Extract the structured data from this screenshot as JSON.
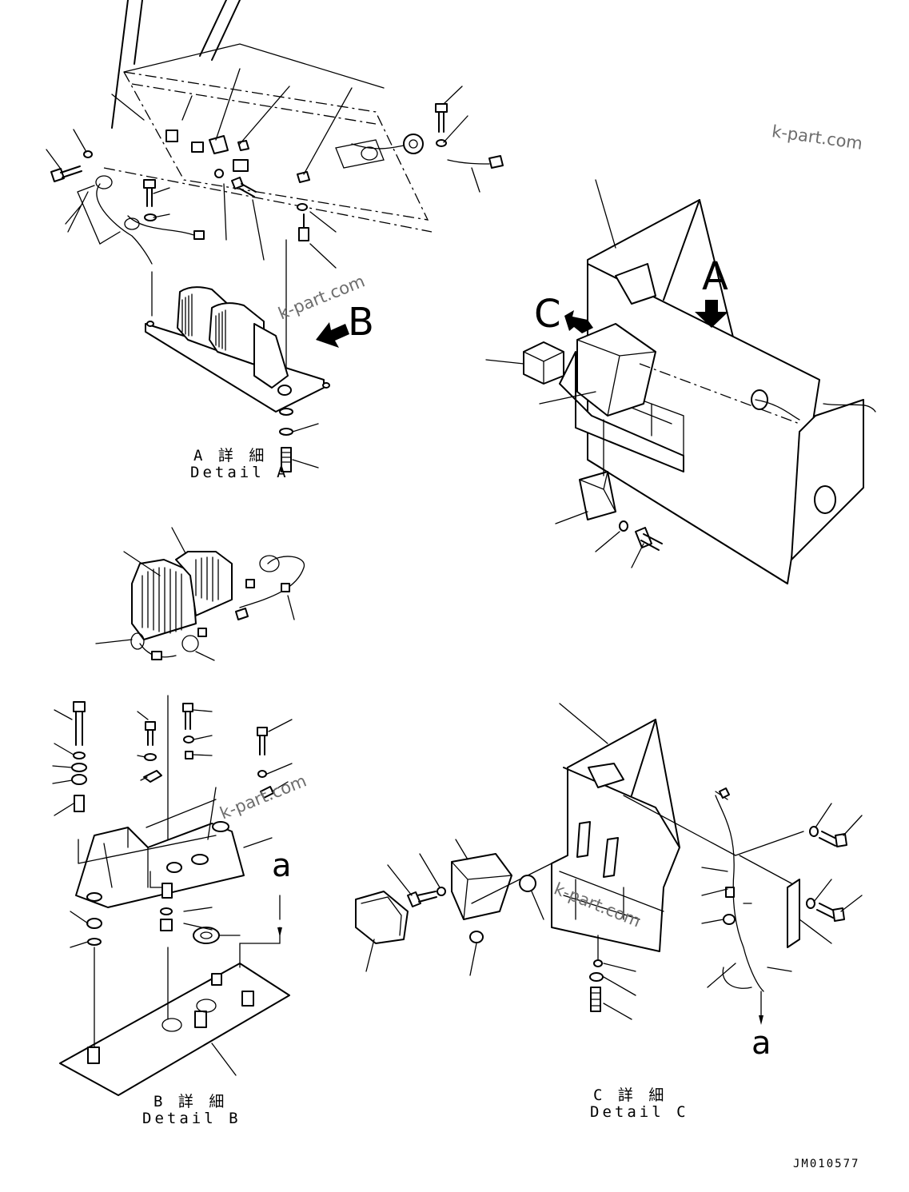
{
  "watermark": "k-part.com",
  "callouts": {
    "view_a": "A",
    "view_b": "B",
    "view_c": "C",
    "ref_a": "a"
  },
  "details": {
    "a": {
      "jp": "A 詳 細",
      "en": "Detail A"
    },
    "b": {
      "jp": "B 詳 細",
      "en": "Detail B"
    },
    "c": {
      "jp": "C 詳 細",
      "en": "Detail C"
    }
  },
  "drawing_number": "JM010577"
}
